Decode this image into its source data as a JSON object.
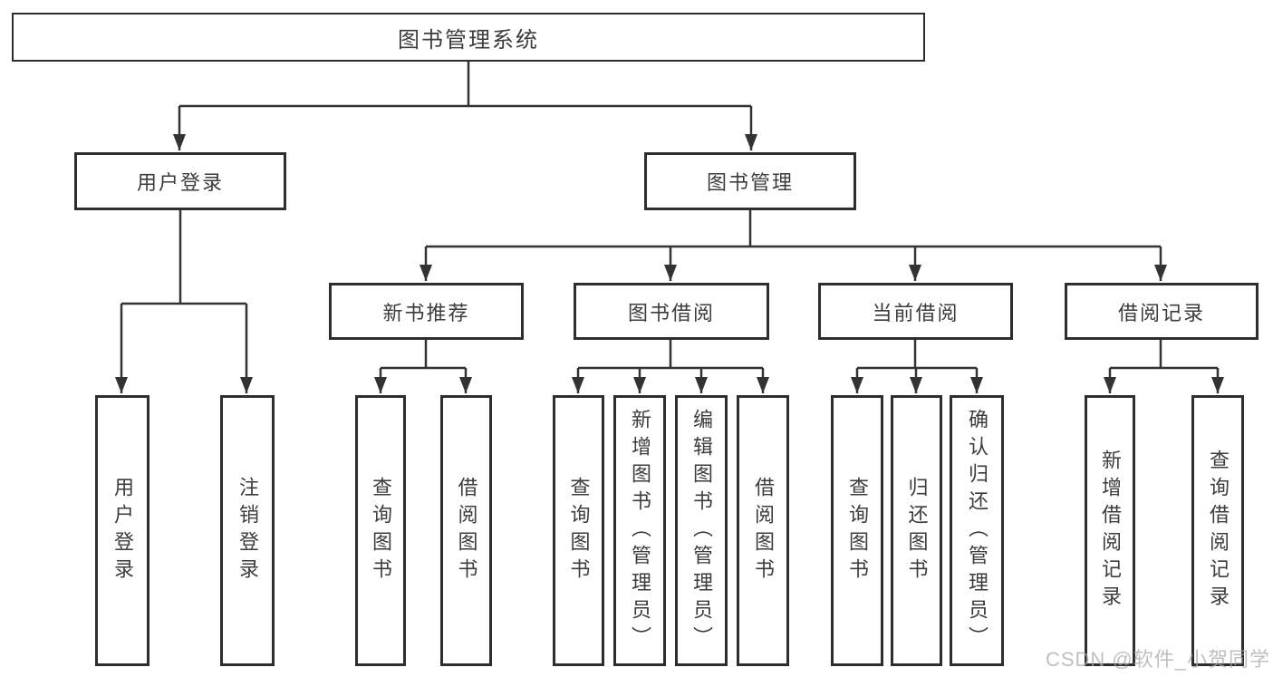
{
  "tree": {
    "root": {
      "label": "图书管理系统"
    },
    "branches": [
      {
        "label": "用户登录",
        "children": [
          {
            "label": "用户登录"
          },
          {
            "label": "注销登录"
          }
        ]
      },
      {
        "label": "图书管理",
        "groups": [
          {
            "label": "新书推荐",
            "children": [
              {
                "label": "查询图书"
              },
              {
                "label": "借阅图书"
              }
            ]
          },
          {
            "label": "图书借阅",
            "children": [
              {
                "label": "查询图书"
              },
              {
                "label": "新增图书（管理员）"
              },
              {
                "label": "编辑图书（管理员）"
              },
              {
                "label": "借阅图书"
              }
            ]
          },
          {
            "label": "当前借阅",
            "children": [
              {
                "label": "查询图书"
              },
              {
                "label": "归还图书"
              },
              {
                "label": "确认归还（管理员）"
              }
            ]
          },
          {
            "label": "借阅记录",
            "children": [
              {
                "label": "新增借阅记录"
              },
              {
                "label": "查询借阅记录"
              }
            ]
          }
        ]
      }
    ]
  },
  "watermark": "CSDN @软件_小贺同学",
  "colors": {
    "line": "#333333",
    "border": "#2e2e2e",
    "text": "#3c3c3c",
    "watermark": "#aaaaaa",
    "background": "#ffffff"
  }
}
